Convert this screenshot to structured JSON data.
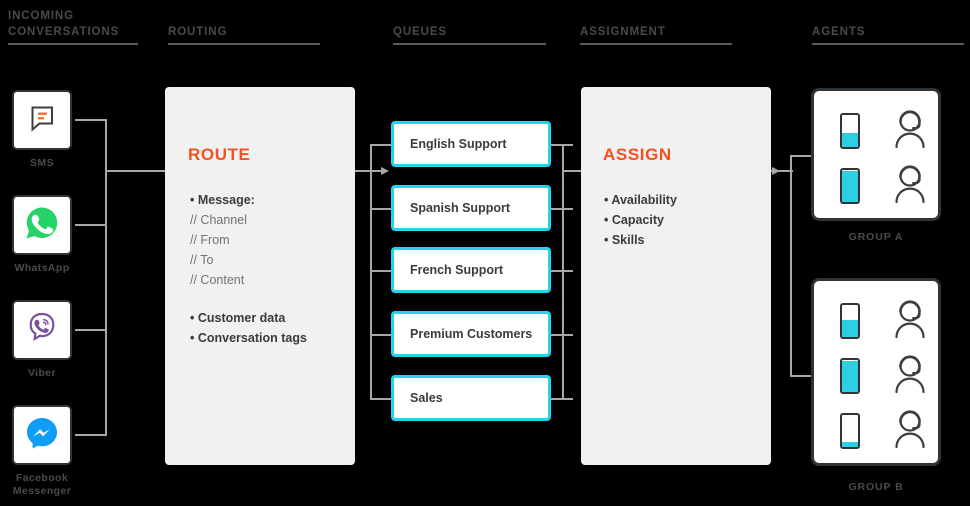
{
  "columns": [
    {
      "id": "incoming",
      "label": "INCOMING\nCONVERSATIONS",
      "line1": "INCOMING",
      "line2": "CONVERSATIONS"
    },
    {
      "id": "routing",
      "label": "ROUTING"
    },
    {
      "id": "queues",
      "label": "QUEUES"
    },
    {
      "id": "assignment",
      "label": "ASSIGNMENT"
    },
    {
      "id": "agents",
      "label": "AGENTS"
    }
  ],
  "channels": [
    {
      "id": "sms",
      "label": "SMS",
      "icon": "sms-bubble-icon"
    },
    {
      "id": "whatsapp",
      "label": "WhatsApp",
      "icon": "whatsapp-icon"
    },
    {
      "id": "viber",
      "label": "Viber",
      "icon": "viber-icon"
    },
    {
      "id": "messenger",
      "label": "Facebook\nMessenger",
      "line1": "Facebook",
      "line2": "Messenger",
      "icon": "facebook-messenger-icon"
    }
  ],
  "route_panel": {
    "title": "ROUTE",
    "items": [
      {
        "text": "• Message:",
        "style": "bold"
      },
      {
        "text": "// Channel",
        "style": "dim"
      },
      {
        "text": "// From",
        "style": "dim"
      },
      {
        "text": "// To",
        "style": "dim"
      },
      {
        "text": "// Content",
        "style": "dim"
      },
      {
        "text": "• Customer data",
        "style": "bold"
      },
      {
        "text": "• Conversation tags",
        "style": "bold"
      }
    ]
  },
  "queues": [
    {
      "id": "english-support",
      "label": "English Support"
    },
    {
      "id": "spanish-support",
      "label": "Spanish Support"
    },
    {
      "id": "french-support",
      "label": "French Support"
    },
    {
      "id": "premium-customers",
      "label": "Premium Customers"
    },
    {
      "id": "sales",
      "label": "Sales"
    }
  ],
  "assign_panel": {
    "title": "ASSIGN",
    "items": [
      {
        "text": "• Availability",
        "style": "bold"
      },
      {
        "text": "• Capacity",
        "style": "bold"
      },
      {
        "text": "• Skills",
        "style": "bold"
      }
    ]
  },
  "agent_groups": [
    {
      "id": "group-a",
      "label": "GROUP A",
      "agents": [
        {
          "capacity_percent": 42,
          "icon": "agent-headset-icon"
        },
        {
          "capacity_percent": 96,
          "icon": "agent-headset-icon"
        }
      ]
    },
    {
      "id": "group-b",
      "label": "GROUP B",
      "agents": [
        {
          "capacity_percent": 52,
          "icon": "agent-headset-icon"
        },
        {
          "capacity_percent": 96,
          "icon": "agent-headset-icon"
        },
        {
          "capacity_percent": 14,
          "icon": "agent-headset-icon"
        }
      ]
    }
  ],
  "colors": {
    "background": "#000000",
    "accent_orange": "#f4511e",
    "accent_cyan": "#1fd6ea",
    "capacity_fill": "#2ecfe0",
    "panel_bg": "#f1f1f1",
    "outline_dark": "#2f3438",
    "connector": "#a7a7a7",
    "header_text": "#4a4a4a",
    "body_text": "#3b3b3b",
    "dim_text": "#6f7275",
    "whatsapp_green": "#25d366",
    "viber_purple": "#7b519d",
    "messenger_blue": "#0084ff"
  }
}
